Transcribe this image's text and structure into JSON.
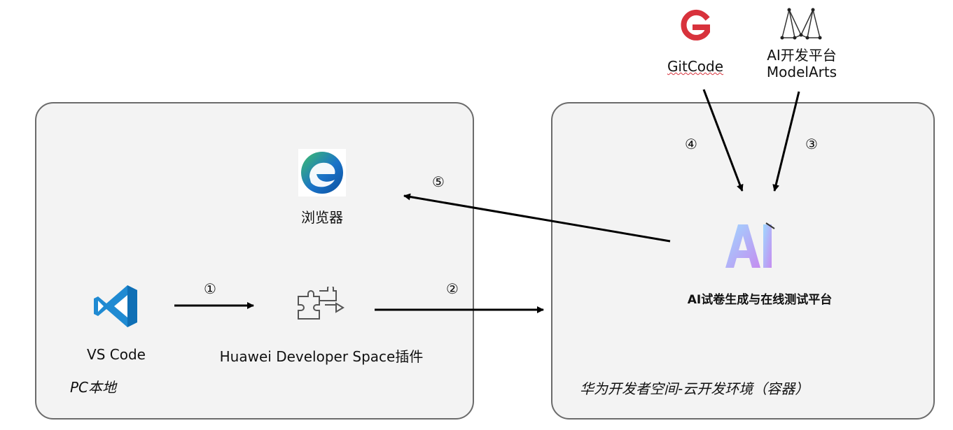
{
  "boxes": {
    "local": {
      "label": "PC本地"
    },
    "cloud": {
      "label": "华为开发者空间-云开发环境（容器）"
    }
  },
  "nodes": {
    "gitcode": {
      "label": "GitCode",
      "icon": "gitcode-logo-icon"
    },
    "modelarts": {
      "label_line1": "AI开发平台",
      "label_line2": "ModelArts",
      "icon": "modelarts-logo-icon"
    },
    "browser": {
      "label": "浏览器",
      "icon": "edge-browser-icon"
    },
    "vscode": {
      "label": "VS Code",
      "icon": "vscode-icon"
    },
    "plugin": {
      "label": "Huawei Developer Space插件",
      "icon": "puzzle-plugin-icon"
    },
    "platform": {
      "label": "AI试卷生成与在线测试平台",
      "icon": "ai-logo-icon"
    }
  },
  "steps": {
    "s1": "①",
    "s2": "②",
    "s3": "③",
    "s4": "④",
    "s5": "⑤"
  },
  "colors": {
    "gitcode": "#d8323c",
    "vscode": "#1f8ad2",
    "edge_blue": "#1a73c8",
    "edge_green": "#3fbf6b",
    "ai_gradient_start": "#9fd8ff",
    "ai_gradient_end": "#c58cf0"
  }
}
